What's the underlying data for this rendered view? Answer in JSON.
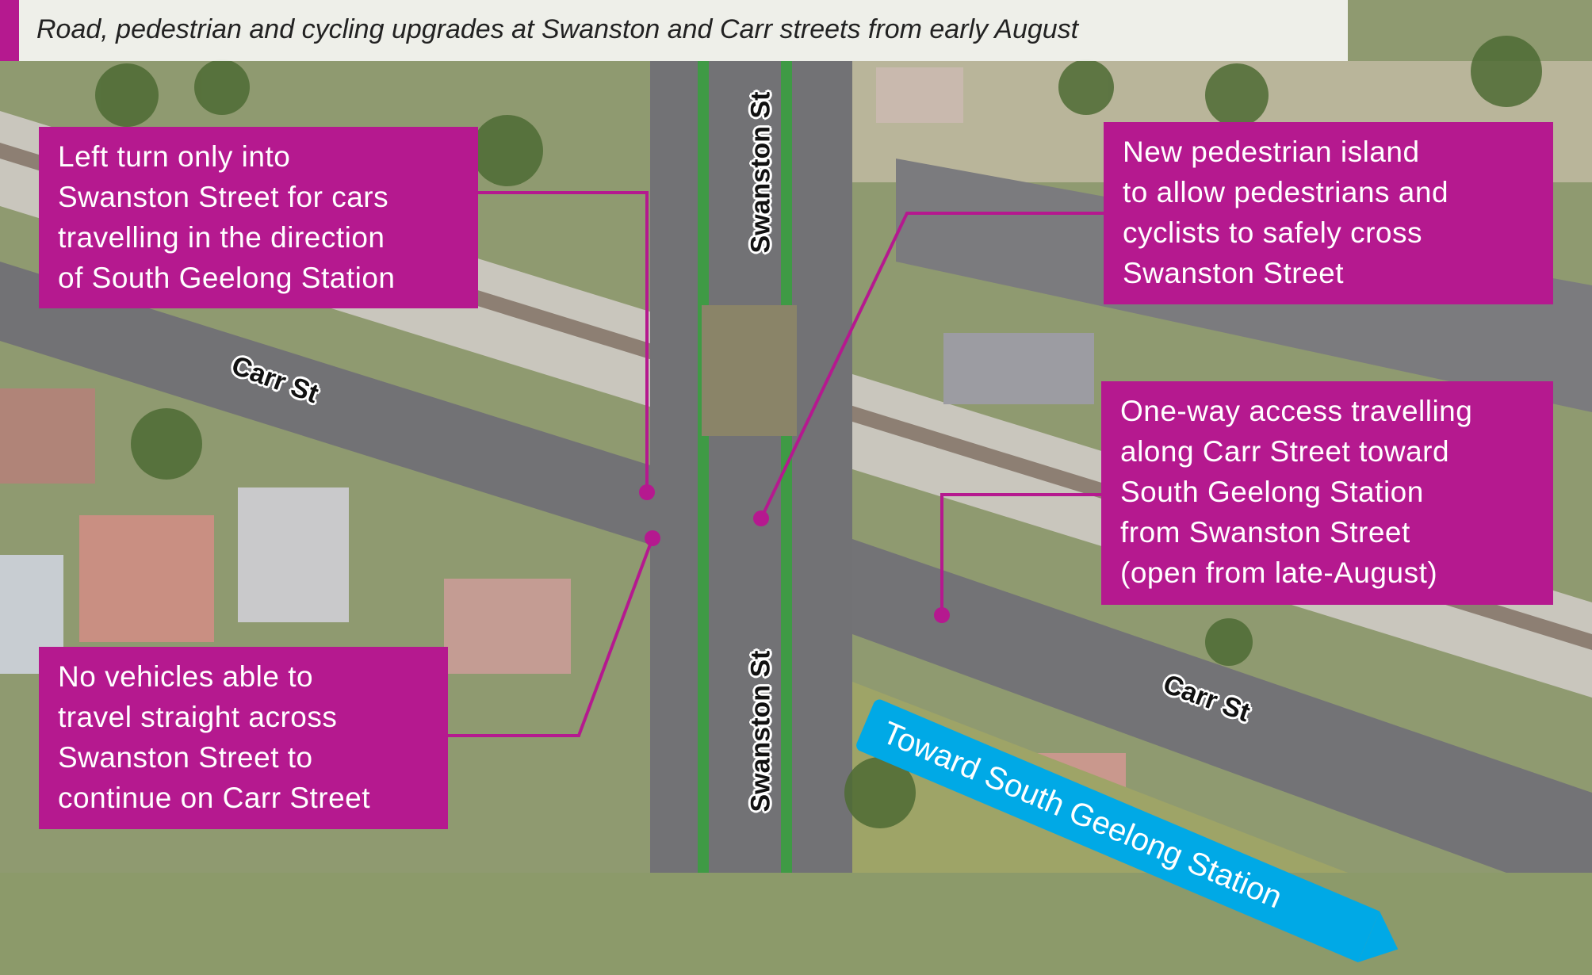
{
  "title": "Road, pedestrian and cycling upgrades at Swanston and Carr streets from early August",
  "callouts": {
    "left_turn": [
      "Left turn only into",
      "Swanston Street for cars",
      "travelling in the direction",
      "of South Geelong Station"
    ],
    "pedestrian_island": [
      "New pedestrian island",
      "to allow pedestrians and",
      "cyclists to safely cross",
      "Swanston Street"
    ],
    "one_way": [
      "One-way access travelling",
      "along Carr Street toward",
      "South Geelong Station",
      "from Swanston Street",
      "(open from late-August)"
    ],
    "no_vehicles": [
      "No vehicles able to",
      "travel straight across",
      "Swanston Street to",
      "continue on Carr Street"
    ]
  },
  "streets": {
    "swanston_north": "Swanston St",
    "swanston_south": "Swanston St",
    "carr_west": "Carr St",
    "carr_east": "Carr St"
  },
  "direction_label": "Toward South Geelong Station",
  "colors": {
    "callout": "#b5198f",
    "direction": "#00a9e6",
    "road": "#6f6f72",
    "cycle_lane": "#3f9a45"
  }
}
